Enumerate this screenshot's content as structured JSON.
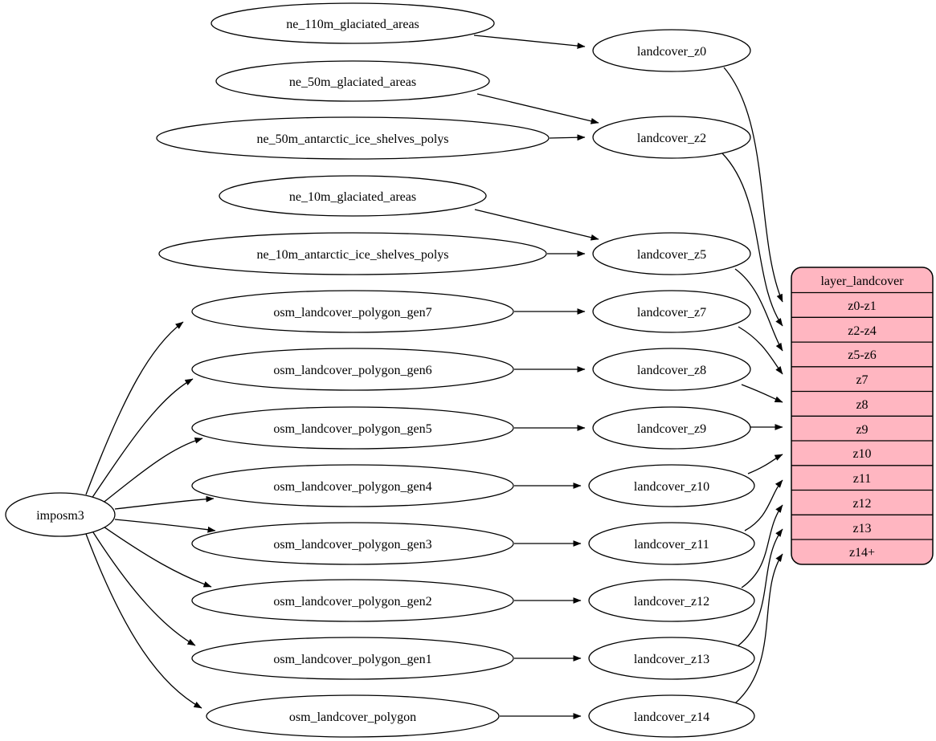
{
  "colors": {
    "background": "#ffffff",
    "node_fill": "#ffffff",
    "node_stroke": "#000000",
    "edge_stroke": "#000000",
    "record_fill": "#ffb6c1"
  },
  "nodes": {
    "imposm3": {
      "label": "imposm3"
    },
    "ne_110m_glaciated_areas": {
      "label": "ne_110m_glaciated_areas"
    },
    "ne_50m_glaciated_areas": {
      "label": "ne_50m_glaciated_areas"
    },
    "ne_50m_antarctic_ice_shelves_polys": {
      "label": "ne_50m_antarctic_ice_shelves_polys"
    },
    "ne_10m_glaciated_areas": {
      "label": "ne_10m_glaciated_areas"
    },
    "ne_10m_antarctic_ice_shelves_polys": {
      "label": "ne_10m_antarctic_ice_shelves_polys"
    },
    "osm_landcover_polygon_gen7": {
      "label": "osm_landcover_polygon_gen7"
    },
    "osm_landcover_polygon_gen6": {
      "label": "osm_landcover_polygon_gen6"
    },
    "osm_landcover_polygon_gen5": {
      "label": "osm_landcover_polygon_gen5"
    },
    "osm_landcover_polygon_gen4": {
      "label": "osm_landcover_polygon_gen4"
    },
    "osm_landcover_polygon_gen3": {
      "label": "osm_landcover_polygon_gen3"
    },
    "osm_landcover_polygon_gen2": {
      "label": "osm_landcover_polygon_gen2"
    },
    "osm_landcover_polygon_gen1": {
      "label": "osm_landcover_polygon_gen1"
    },
    "osm_landcover_polygon": {
      "label": "osm_landcover_polygon"
    },
    "landcover_z0": {
      "label": "landcover_z0"
    },
    "landcover_z2": {
      "label": "landcover_z2"
    },
    "landcover_z5": {
      "label": "landcover_z5"
    },
    "landcover_z7": {
      "label": "landcover_z7"
    },
    "landcover_z8": {
      "label": "landcover_z8"
    },
    "landcover_z9": {
      "label": "landcover_z9"
    },
    "landcover_z10": {
      "label": "landcover_z10"
    },
    "landcover_z11": {
      "label": "landcover_z11"
    },
    "landcover_z12": {
      "label": "landcover_z12"
    },
    "landcover_z13": {
      "label": "landcover_z13"
    },
    "landcover_z14": {
      "label": "landcover_z14"
    }
  },
  "record": {
    "title": "layer_landcover",
    "rows": [
      "z0-z1",
      "z2-z4",
      "z5-z6",
      "z7",
      "z8",
      "z9",
      "z10",
      "z11",
      "z12",
      "z13",
      "z14+"
    ]
  },
  "edges": [
    {
      "from": "ne_110m_glaciated_areas",
      "to": "landcover_z0"
    },
    {
      "from": "ne_50m_glaciated_areas",
      "to": "landcover_z2"
    },
    {
      "from": "ne_50m_antarctic_ice_shelves_polys",
      "to": "landcover_z2"
    },
    {
      "from": "ne_10m_glaciated_areas",
      "to": "landcover_z5"
    },
    {
      "from": "ne_10m_antarctic_ice_shelves_polys",
      "to": "landcover_z5"
    },
    {
      "from": "imposm3",
      "to": "osm_landcover_polygon_gen7"
    },
    {
      "from": "imposm3",
      "to": "osm_landcover_polygon_gen6"
    },
    {
      "from": "imposm3",
      "to": "osm_landcover_polygon_gen5"
    },
    {
      "from": "imposm3",
      "to": "osm_landcover_polygon_gen4"
    },
    {
      "from": "imposm3",
      "to": "osm_landcover_polygon_gen3"
    },
    {
      "from": "imposm3",
      "to": "osm_landcover_polygon_gen2"
    },
    {
      "from": "imposm3",
      "to": "osm_landcover_polygon_gen1"
    },
    {
      "from": "imposm3",
      "to": "osm_landcover_polygon"
    },
    {
      "from": "osm_landcover_polygon_gen7",
      "to": "landcover_z7"
    },
    {
      "from": "osm_landcover_polygon_gen6",
      "to": "landcover_z8"
    },
    {
      "from": "osm_landcover_polygon_gen5",
      "to": "landcover_z9"
    },
    {
      "from": "osm_landcover_polygon_gen4",
      "to": "landcover_z10"
    },
    {
      "from": "osm_landcover_polygon_gen3",
      "to": "landcover_z11"
    },
    {
      "from": "osm_landcover_polygon_gen2",
      "to": "landcover_z12"
    },
    {
      "from": "osm_landcover_polygon_gen1",
      "to": "landcover_z13"
    },
    {
      "from": "osm_landcover_polygon",
      "to": "landcover_z14"
    },
    {
      "from": "landcover_z0",
      "to": "layer_landcover:z0-z1"
    },
    {
      "from": "landcover_z2",
      "to": "layer_landcover:z2-z4"
    },
    {
      "from": "landcover_z5",
      "to": "layer_landcover:z5-z6"
    },
    {
      "from": "landcover_z7",
      "to": "layer_landcover:z7"
    },
    {
      "from": "landcover_z8",
      "to": "layer_landcover:z8"
    },
    {
      "from": "landcover_z9",
      "to": "layer_landcover:z9"
    },
    {
      "from": "landcover_z10",
      "to": "layer_landcover:z10"
    },
    {
      "from": "landcover_z11",
      "to": "layer_landcover:z11"
    },
    {
      "from": "landcover_z12",
      "to": "layer_landcover:z12"
    },
    {
      "from": "landcover_z13",
      "to": "layer_landcover:z13"
    },
    {
      "from": "landcover_z14",
      "to": "layer_landcover:z14+"
    }
  ]
}
